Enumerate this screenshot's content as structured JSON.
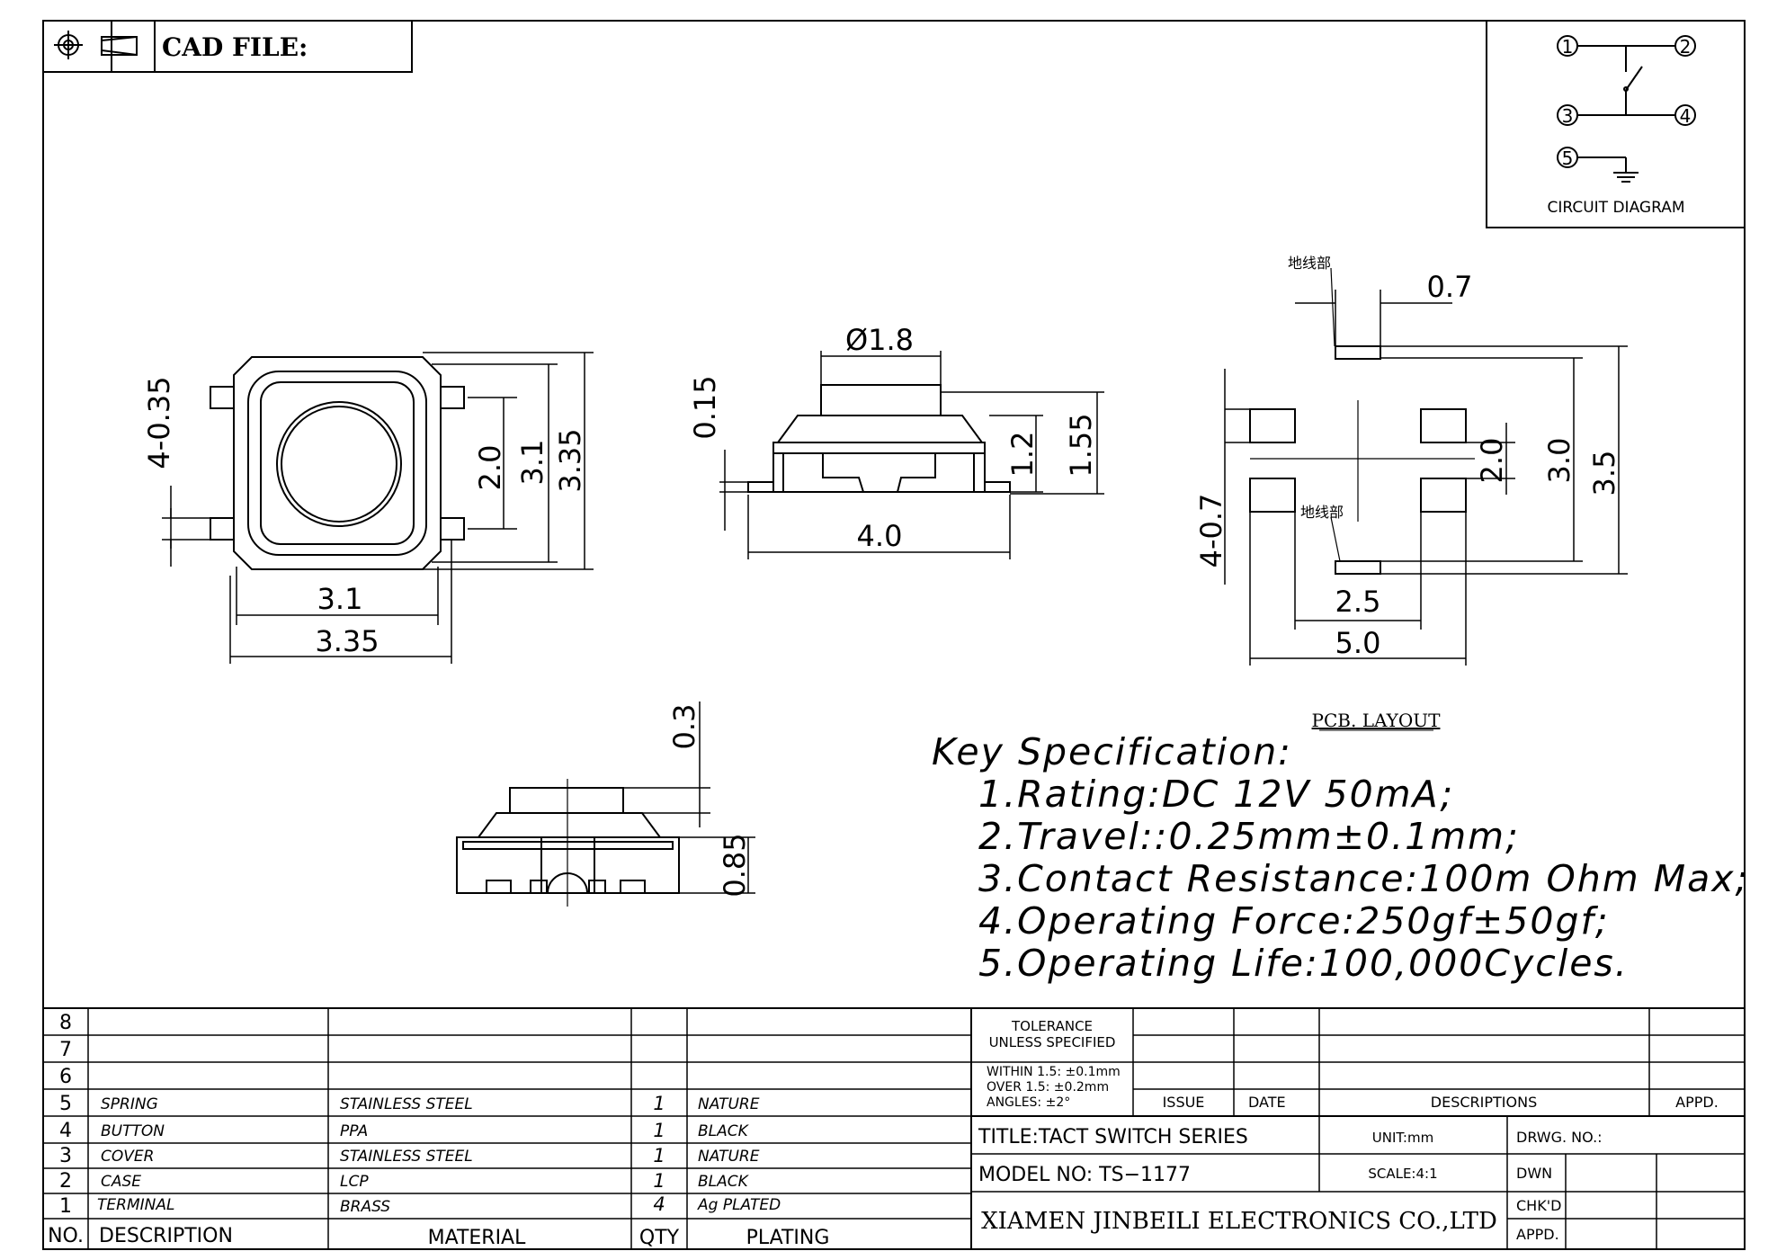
{
  "header": {
    "cad_label": "CAD FILE:",
    "projection_icon": "third-angle-projection-icon"
  },
  "circuit": {
    "pins": [
      "①",
      "②",
      "③",
      "④",
      "⑤"
    ],
    "title": "CIRCUIT  DIAGRAM",
    "ground_icon": "ground-symbol-icon"
  },
  "top_view": {
    "dims": {
      "pin_width": "4-0.35",
      "inner_h": "2.0",
      "body_h": "3.1",
      "outer_h": "3.35",
      "body_w": "3.1",
      "outer_w": "3.35"
    }
  },
  "side_view": {
    "dims": {
      "button_dia": "Ø1.8",
      "base_t": "0.15",
      "height_a": "1.2",
      "height_b": "1.55",
      "length": "4.0"
    }
  },
  "front_view": {
    "dims": {
      "top": "0.3",
      "height": "0.85"
    }
  },
  "pcb": {
    "title": "PCB. LAYOUT",
    "ground_label_top": "地线部",
    "ground_label_mid": "地线部",
    "dims": {
      "tab_w": "0.7",
      "pad_size": "4-0.7",
      "inner": "2.0",
      "mid": "3.0",
      "outer": "3.5",
      "pitch": "2.5",
      "overall": "5.0"
    }
  },
  "spec": {
    "title": "Key Specification:",
    "lines": [
      "1.Rating:DC  12V  50mA;",
      "2.Travel::0.25mm±0.1mm;",
      "3.Contact  Resistance:100m  Ohm  Max;",
      "4.Operating  Force:250gf±50gf;",
      "5.Operating  Life:100,000Cycles."
    ]
  },
  "bom": {
    "headers": {
      "no": "NO.",
      "description": "DESCRIPTION",
      "material": "MATERIAL",
      "qty": "QTY",
      "plating": "PLATING"
    },
    "rows": [
      {
        "no": "8",
        "description": "",
        "material": "",
        "qty": "",
        "plating": ""
      },
      {
        "no": "7",
        "description": "",
        "material": "",
        "qty": "",
        "plating": ""
      },
      {
        "no": "6",
        "description": "",
        "material": "",
        "qty": "",
        "plating": ""
      },
      {
        "no": "5",
        "description": "SPRING",
        "material": "STAINLESS  STEEL",
        "qty": "1",
        "plating": "NATURE"
      },
      {
        "no": "4",
        "description": "BUTTON",
        "material": "PPA",
        "qty": "1",
        "plating": "BLACK"
      },
      {
        "no": "3",
        "description": "COVER",
        "material": "STAINLESS  STEEL",
        "qty": "1",
        "plating": "NATURE"
      },
      {
        "no": "2",
        "description": "CASE",
        "material": "LCP",
        "qty": "1",
        "plating": "BLACK"
      },
      {
        "no": "1",
        "description": "TERMINAL",
        "material": "BRASS",
        "qty": "4",
        "plating": "Ag  PLATED"
      }
    ]
  },
  "title_block": {
    "tolerance_title_1": "TOLERANCE",
    "tolerance_title_2": "UNLESS  SPECIFIED",
    "tol_1": "WITHIN  1.5: ±0.1mm",
    "tol_2": "OVER  1.5:  ±0.2mm",
    "tol_3": "ANGLES: ±2°",
    "issue": "ISSUE",
    "date": "DATE",
    "descriptions": "DESCRIPTIONS",
    "appd": "APPD.",
    "title": "TITLE:TACT  SWITCH  SERIES",
    "unit": "UNIT:mm",
    "drwg_no": "DRWG.  NO.:",
    "model": "MODEL  NO:  TS−1177",
    "scale": "SCALE:4:1",
    "dwn": "DWN",
    "chkd": "CHK'D",
    "appd2": "APPD.",
    "company": "XIAMEN  JINBEILI  ELECTRONICS  CO.,LTD"
  }
}
